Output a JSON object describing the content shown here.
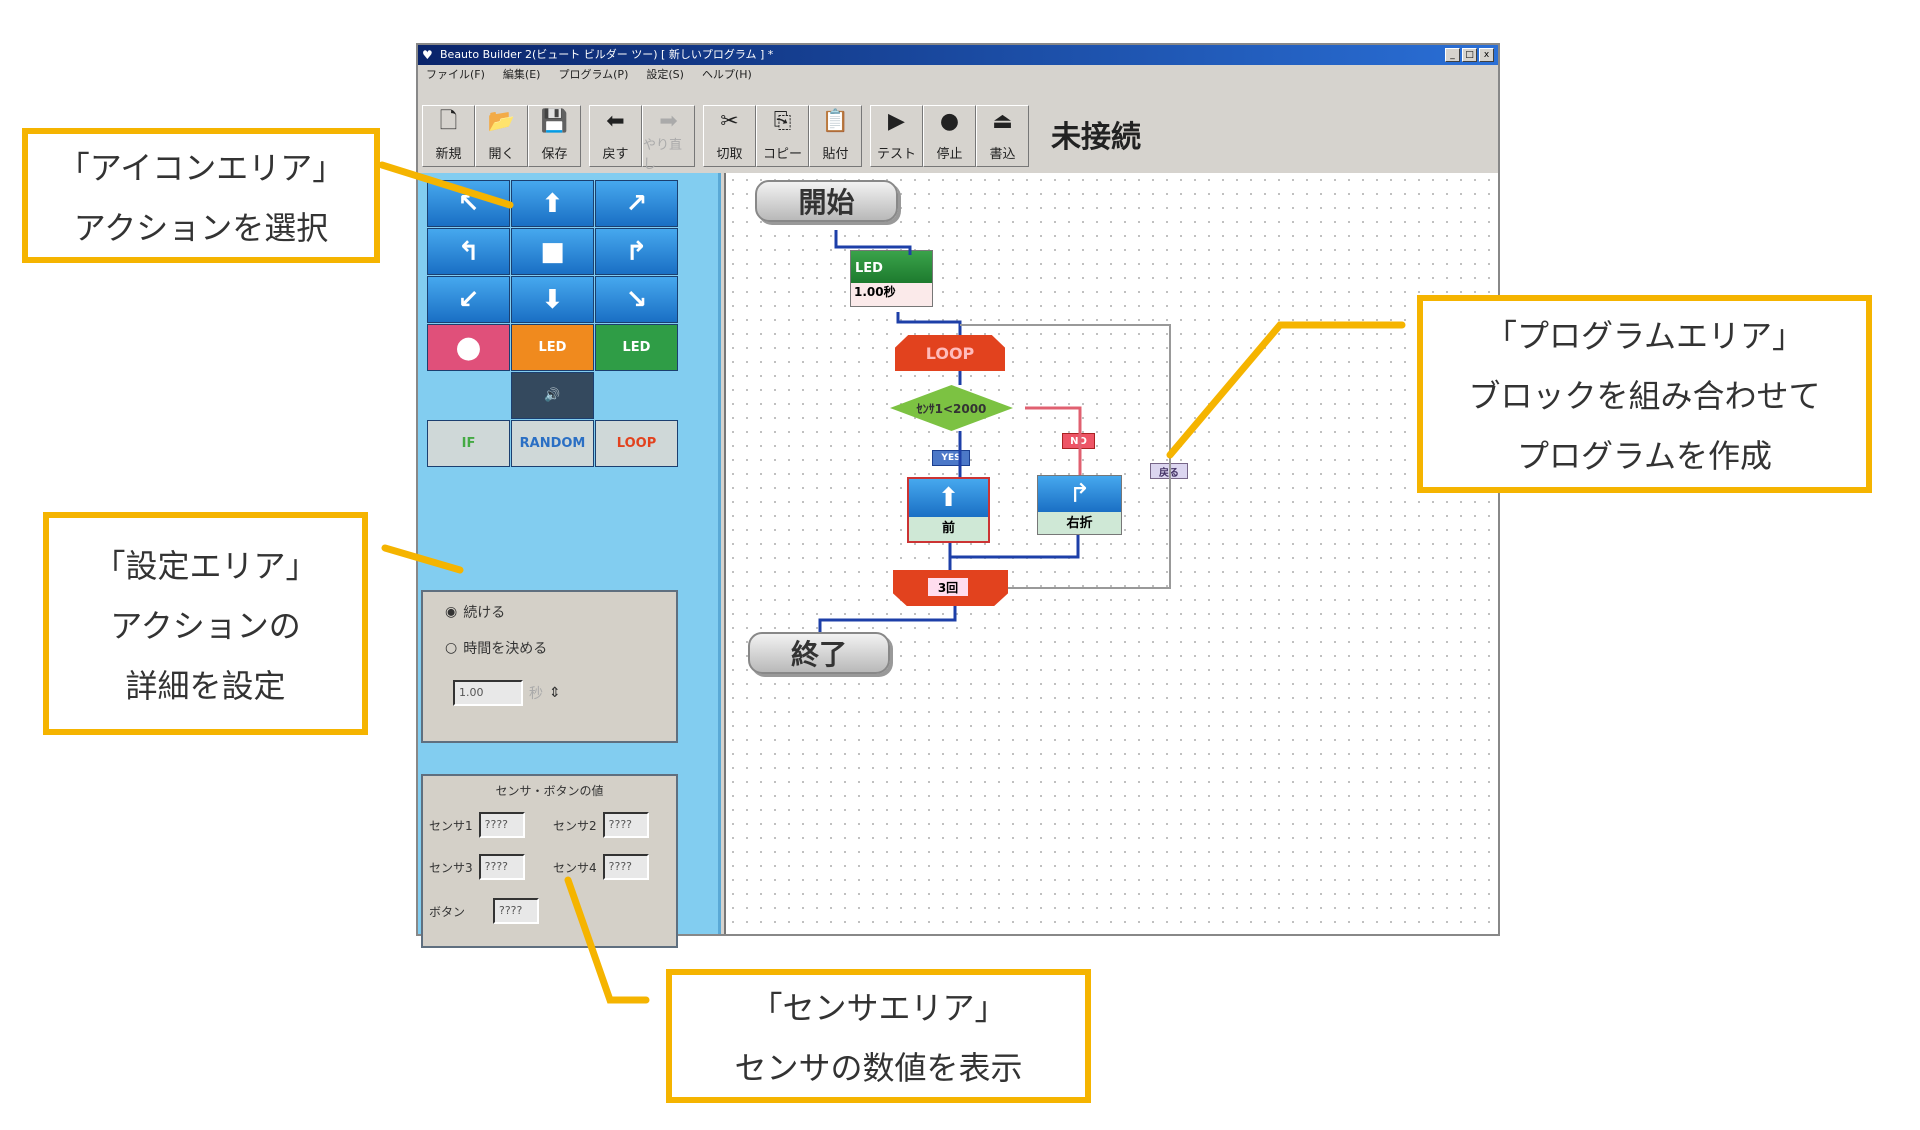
{
  "window": {
    "title": "Beauto Builder 2(ビュート ビルダー ツー) [ 新しいプログラム ] *",
    "min": "_",
    "max": "□",
    "close": "x"
  },
  "menu": [
    "ファイル(F)",
    "編集(E)",
    "プログラム(P)",
    "設定(S)",
    "ヘルプ(H)"
  ],
  "toolbar": [
    {
      "label": "新規",
      "icon": "new-file-icon",
      "glyph": "🗋",
      "enabled": true
    },
    {
      "label": "開く",
      "icon": "open-folder-icon",
      "glyph": "📂",
      "enabled": true
    },
    {
      "label": "保存",
      "icon": "save-icon",
      "glyph": "💾",
      "enabled": true
    },
    {
      "label": "戻す",
      "icon": "undo-arrow-icon",
      "glyph": "⬅",
      "enabled": true
    },
    {
      "label": "やり直し",
      "icon": "redo-arrow-icon",
      "glyph": "➡",
      "enabled": false
    },
    {
      "label": "切取",
      "icon": "scissors-icon",
      "glyph": "✂",
      "enabled": true
    },
    {
      "label": "コピー",
      "icon": "copy-icon",
      "glyph": "⎘",
      "enabled": true
    },
    {
      "label": "貼付",
      "icon": "paste-icon",
      "glyph": "📋",
      "enabled": true
    },
    {
      "label": "テスト",
      "icon": "play-icon",
      "glyph": "▶",
      "enabled": true
    },
    {
      "label": "停止",
      "icon": "stop-icon",
      "glyph": "●",
      "enabled": true
    },
    {
      "label": "書込",
      "icon": "write-icon",
      "glyph": "⏏",
      "enabled": true
    }
  ],
  "status": "未接続",
  "icons": {
    "arrows": [
      "↖",
      "⬆",
      "↗",
      "↰",
      "■",
      "↱",
      "↙",
      "⬇",
      "↘"
    ],
    "led_label": "LED",
    "if_label": "IF",
    "random_label": "RANDOM",
    "loop_label": "LOOP",
    "sound": "🔊"
  },
  "settings": {
    "opt_continue": "続ける",
    "opt_time": "時間を決める",
    "time_value": "1.00",
    "unit": "秒"
  },
  "sensors": {
    "title": "センサ・ボタンの値",
    "items": [
      {
        "label": "センサ1",
        "value": "????"
      },
      {
        "label": "センサ2",
        "value": "????"
      },
      {
        "label": "センサ3",
        "value": "????"
      },
      {
        "label": "センサ4",
        "value": "????"
      },
      {
        "label": "ボタン",
        "value": "????"
      }
    ]
  },
  "flow": {
    "start": "開始",
    "led": "LED",
    "led_time": "1.00秒",
    "loop": "LOOP",
    "cond": "ｾﾝｻ1<2000",
    "yes": "YES",
    "no": "NO",
    "forward": "前",
    "right": "右折",
    "count": "3回",
    "back": "戻る",
    "end": "終了"
  },
  "callouts": {
    "icon": [
      "「アイコンエリア」",
      "アクションを選択"
    ],
    "settings": [
      "「設定エリア」",
      "アクションの",
      "詳細を設定"
    ],
    "program": [
      "「プログラムエリア」",
      "ブロックを組み合わせて",
      "プログラムを作成"
    ],
    "sensor": [
      "「センサエリア」",
      "センサの数値を表示"
    ]
  },
  "colors": {
    "accent": "#f5b400",
    "panel": "#82cdf0",
    "title": "#0a246a"
  }
}
